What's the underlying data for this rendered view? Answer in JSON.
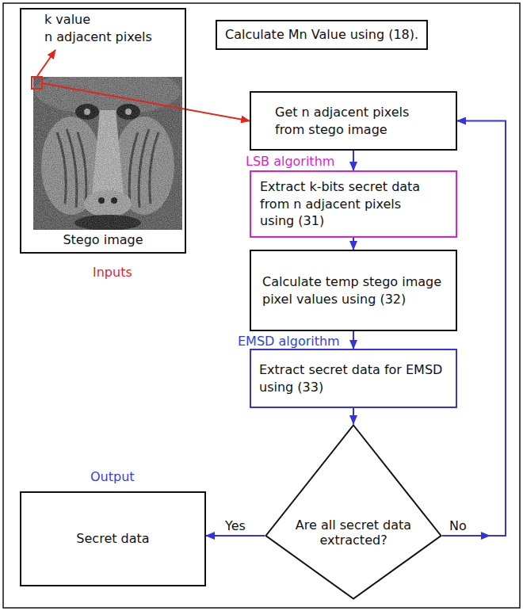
{
  "diagram": {
    "nodes": [
      {
        "text": [
          "k value",
          "n adjacent pixels",
          "Stego image",
          "Inputs"
        ]
      },
      {
        "text": [
          "Calculate Mn Value using (18)."
        ]
      },
      {
        "text": [
          "Get n adjacent pixels from stego image"
        ]
      },
      {
        "text": [
          "LSB algorithm",
          "Extract k-bits secret data from n adjacent pixels using (31)"
        ]
      },
      {
        "text": [
          "Calculate temp stego image pixel values using (32)"
        ]
      },
      {
        "text": [
          "EMSD algorithm",
          "Extract secret data for EMSD using (33)"
        ]
      },
      {
        "text": [
          "Are all secret data extracted?"
        ]
      },
      {
        "text": [
          "Output",
          "Secret data"
        ]
      }
    ],
    "edges": [
      {
        "from": 0,
        "to": 2,
        "arrow": "to"
      },
      {
        "from": 2,
        "to": 3,
        "arrow": "to"
      },
      {
        "from": 3,
        "to": 4,
        "arrow": "to"
      },
      {
        "from": 4,
        "to": 5,
        "arrow": "to"
      },
      {
        "from": 5,
        "to": 6,
        "arrow": "to"
      },
      {
        "from": 6,
        "to": 7,
        "label": "Yes",
        "arrow": "to"
      },
      {
        "from": 6,
        "to": 2,
        "label": "No",
        "arrow": "to"
      }
    ]
  }
}
